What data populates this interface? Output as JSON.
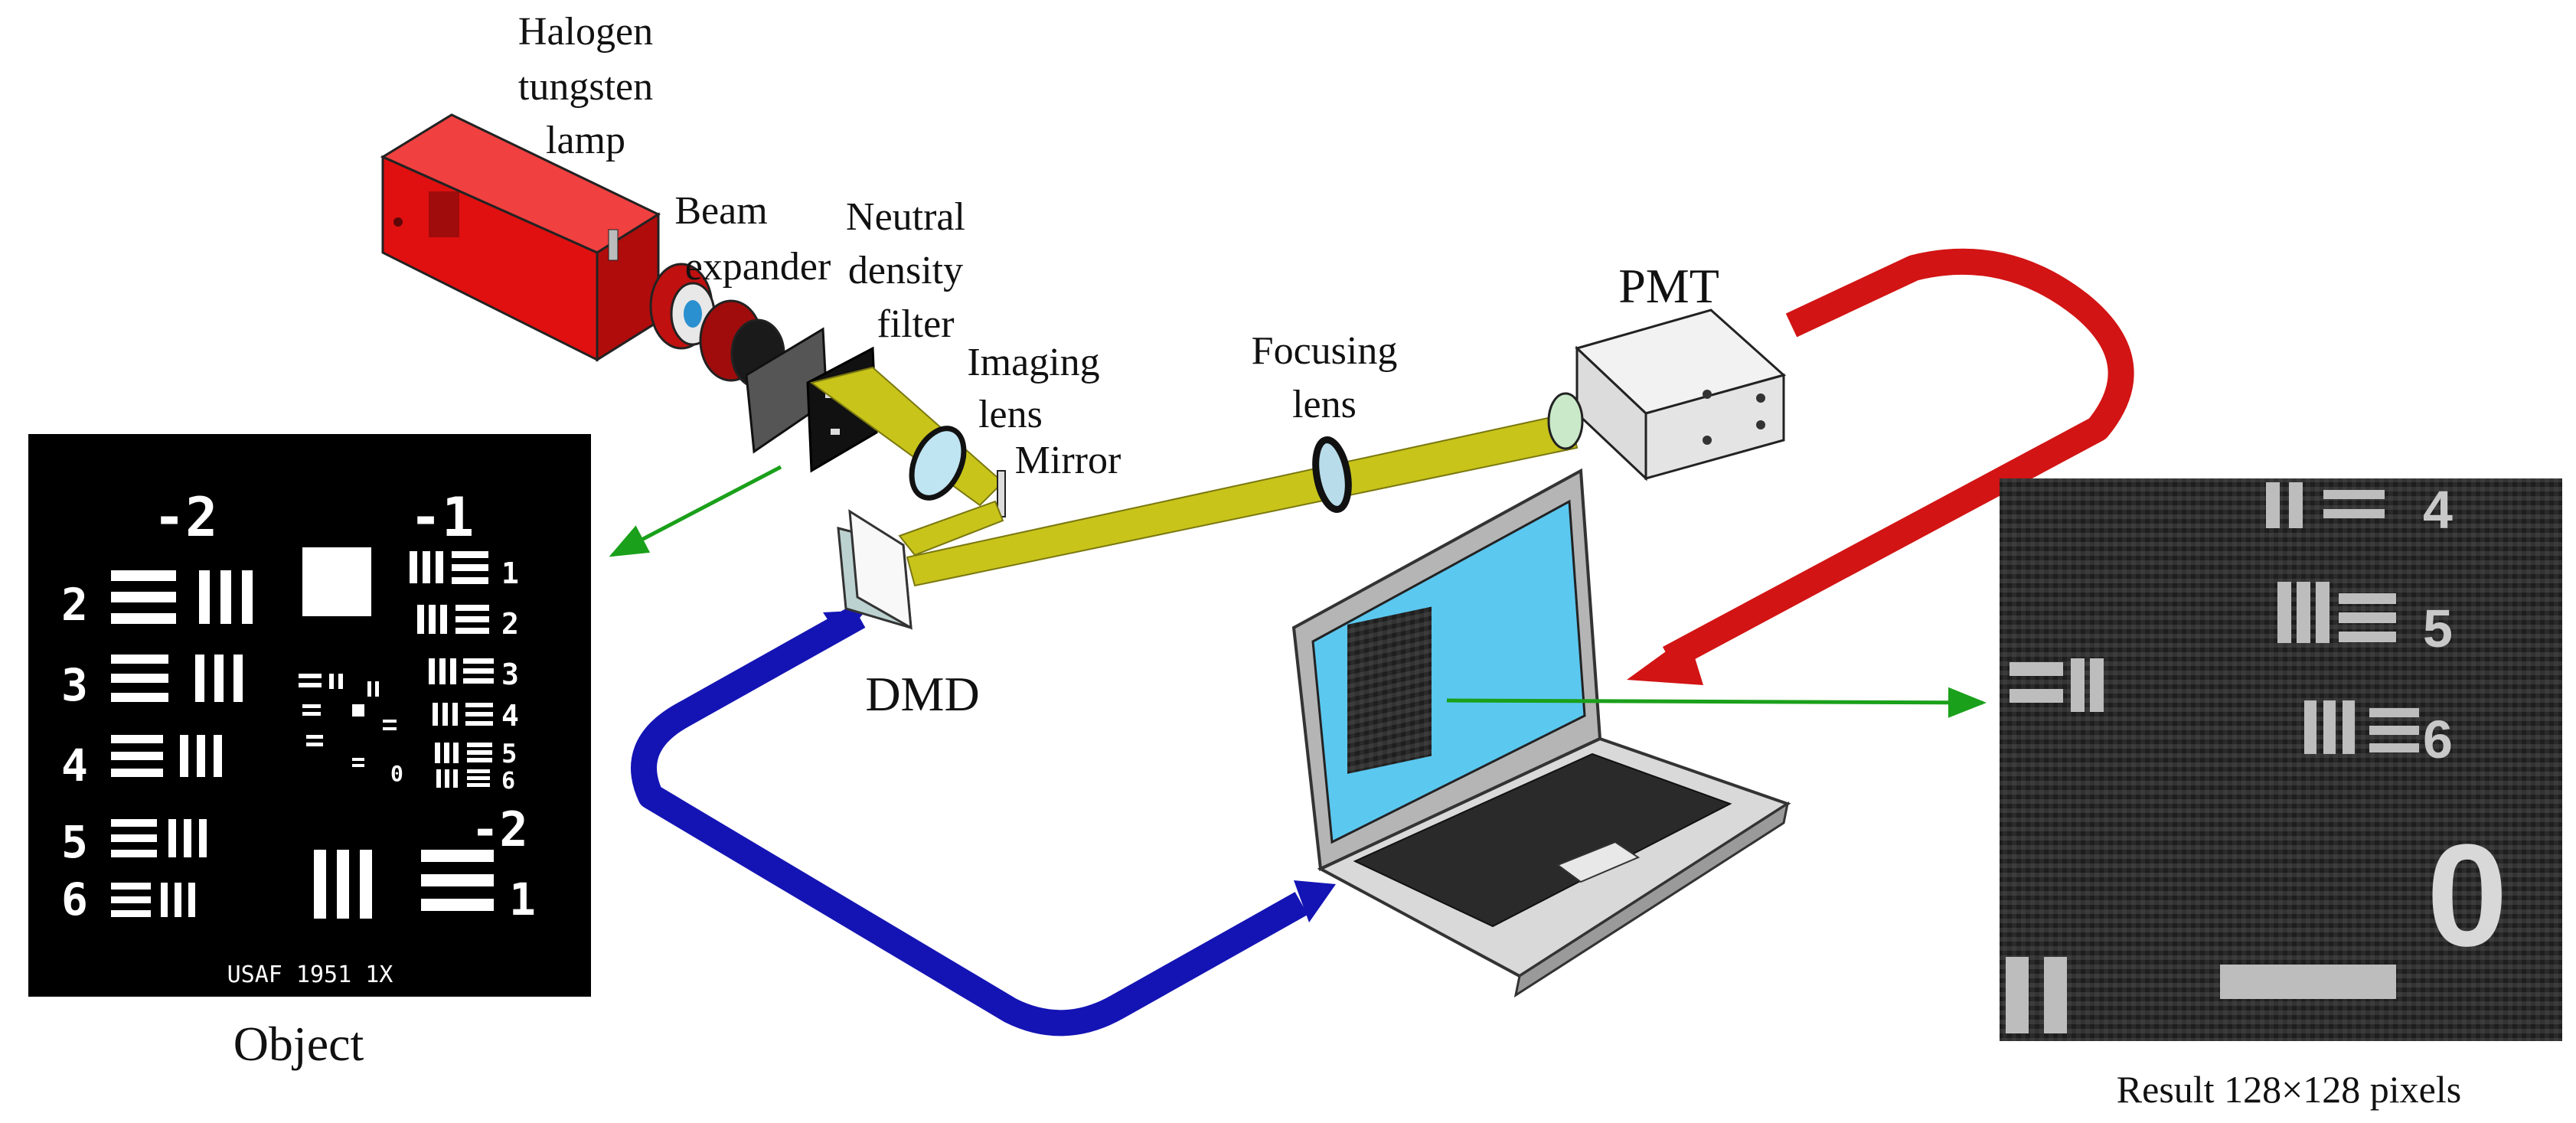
{
  "labels": {
    "lamp": [
      "Halogen",
      "tungsten",
      "lamp"
    ],
    "beam_expander": [
      "Beam",
      "expander"
    ],
    "nd_filter": [
      "Neutral",
      "density",
      "filter"
    ],
    "imaging_lens": [
      "Imaging",
      "lens"
    ],
    "mirror": "Mirror",
    "focusing_lens": [
      "Focusing",
      "lens"
    ],
    "pmt": "PMT",
    "dmd": "DMD",
    "object": "Object",
    "result": "Result  128×128 pixels"
  },
  "usaf_target": {
    "caption": "USAF 1951 1X",
    "group_large_left": "-2",
    "group_large_right": "-1",
    "group_bottom_right": "-2",
    "element_numbers_left": [
      "2",
      "3",
      "4",
      "5",
      "6"
    ],
    "element_numbers_right": [
      "1",
      "2",
      "3",
      "4",
      "5",
      "6"
    ],
    "element_bottom_right": "1",
    "center_digit": "0"
  },
  "result_image": {
    "element_numbers": [
      "4",
      "5",
      "6"
    ],
    "big_digit": "0"
  },
  "colors": {
    "lamp_body": "#e01010",
    "beam": "#c8c41a",
    "screen": "#5bc8f0",
    "arrow_blue": "#1414b4",
    "arrow_red": "#d21414",
    "arrow_green": "#1aa01a"
  }
}
